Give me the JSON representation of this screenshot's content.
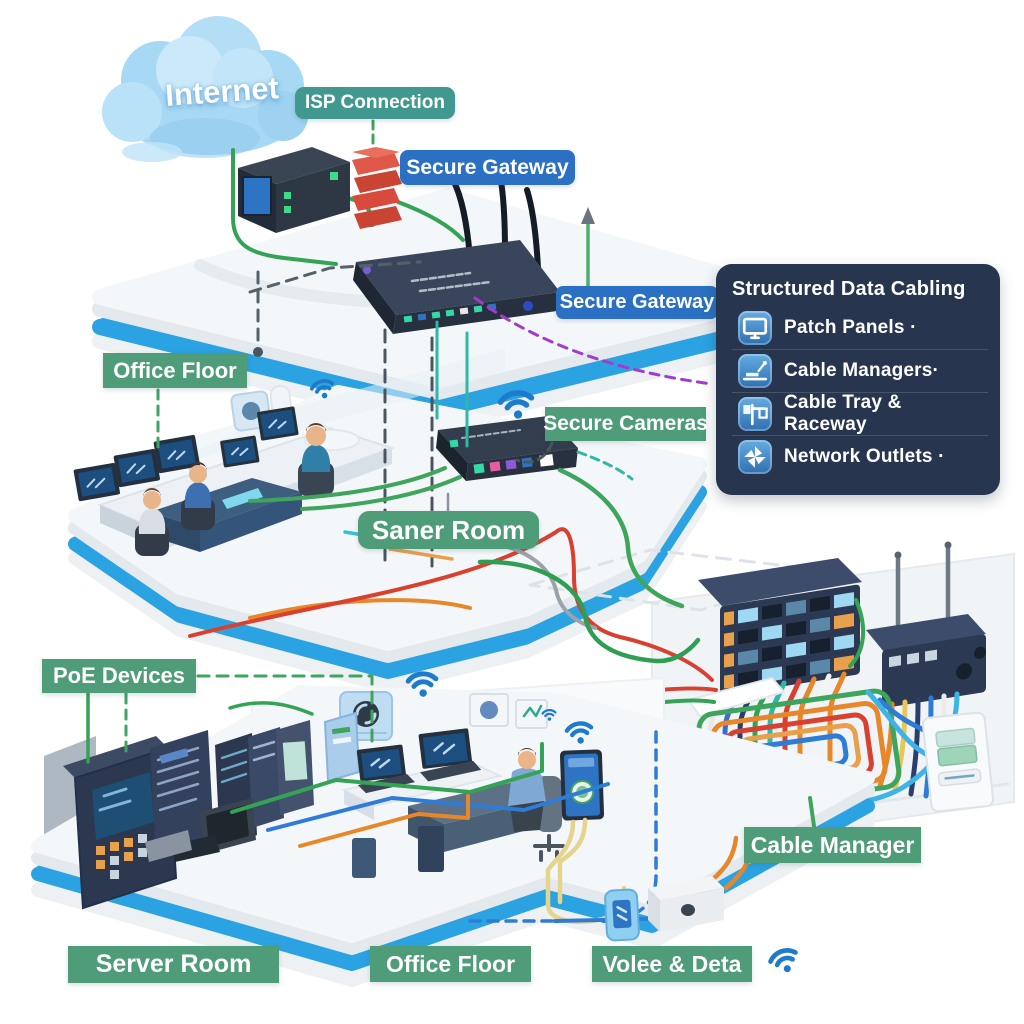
{
  "cloud": {
    "label": "Internet"
  },
  "badges": {
    "isp_connection": "ISP Connection",
    "secure_gateway_top": "Secure Gateway",
    "secure_gateway_mid": "Secure Gateway",
    "office_floor_mid": "Office Floor",
    "secure_cameras": "Secure Cameras",
    "server_room_mid": "Saner Room",
    "poe_devices": "PoE Devices",
    "cable_manager": "Cable Manager",
    "server_room_bottom": "Server Room",
    "office_floor_bottom": "Office Floor",
    "voice_data_bottom": "Volee & Deta"
  },
  "legend_panel": {
    "title": "Structured Data Cabling",
    "items": [
      {
        "icon": "patch-panels-icon",
        "label": "Patch Panels ·"
      },
      {
        "icon": "cable-managers-icon",
        "label": "Cable Managers·"
      },
      {
        "icon": "cable-tray-icon",
        "label": "Cable Tray & Raceway"
      },
      {
        "icon": "network-outlets-icon",
        "label": "Network Outlets ·"
      }
    ]
  },
  "icons": [
    "wifi-icon",
    "internet-cloud",
    "router-antennas"
  ],
  "colors": {
    "badge_green": "#4E9C78",
    "badge_teal": "#41988F",
    "badge_blue": "#2B70C2",
    "panel_navy": "#27364E",
    "platform_edge_blue": "#2BA2E2",
    "wifi_blue": "#1E7BCB",
    "cable_green": "#35A356",
    "cable_orange": "#E8872A",
    "cable_red": "#D8402F",
    "cable_blue": "#2E7CD6",
    "cable_yellow": "#E5D48C",
    "cable_teal": "#2FB8A8",
    "cable_purple": "#A13CCB",
    "firewall_red": "#D84B3C"
  }
}
